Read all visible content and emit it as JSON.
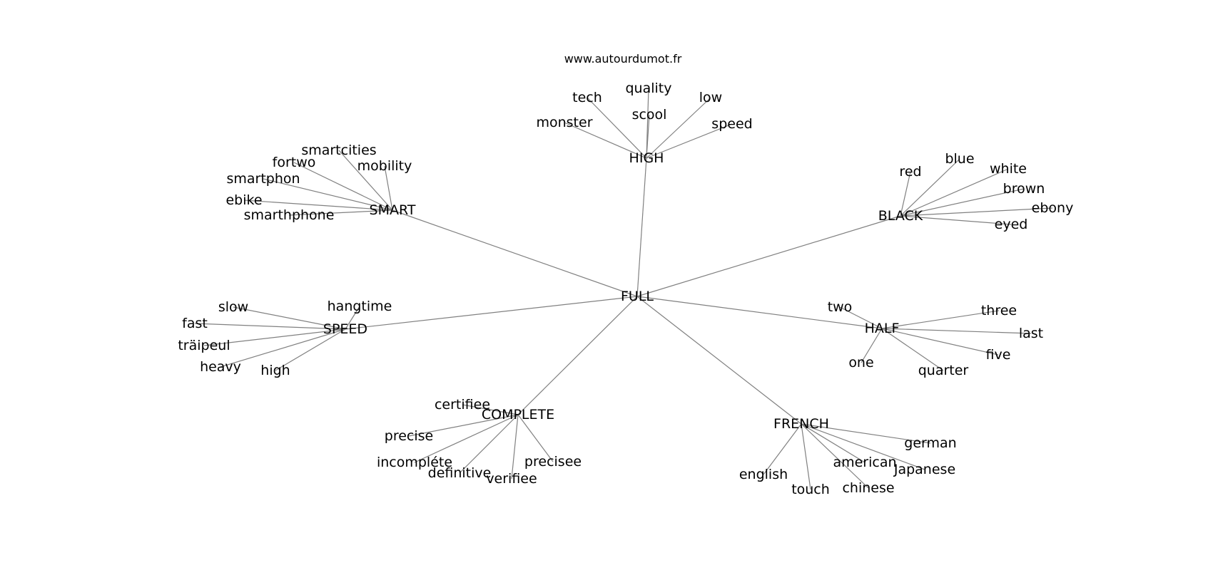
{
  "watermark": "www.autourdumot.fr",
  "colors": {
    "edge": "#808080",
    "text": "#000000",
    "background": "#ffffff"
  },
  "graph": {
    "root": "FULL",
    "clusters": [
      {
        "hub": "HIGH",
        "leaves": [
          "tech",
          "quality",
          "low",
          "monster",
          "scool",
          "speed"
        ]
      },
      {
        "hub": "SMART",
        "leaves": [
          "smartcities",
          "fortwo",
          "mobility",
          "smartphon",
          "ebike",
          "smarthphone"
        ]
      },
      {
        "hub": "BLACK",
        "leaves": [
          "red",
          "blue",
          "white",
          "brown",
          "ebony",
          "eyed"
        ]
      },
      {
        "hub": "SPEED",
        "leaves": [
          "slow",
          "hangtime",
          "fast",
          "träipeul",
          "heavy",
          "high"
        ]
      },
      {
        "hub": "HALF",
        "leaves": [
          "two",
          "three",
          "last",
          "one",
          "five",
          "quarter"
        ]
      },
      {
        "hub": "COMPLETE",
        "leaves": [
          "certifiee",
          "precise",
          "incompléte",
          "definitive",
          "verifiee",
          "precisee"
        ]
      },
      {
        "hub": "FRENCH",
        "leaves": [
          "german",
          "english",
          "touch",
          "american",
          "Japanese",
          "chinese"
        ]
      }
    ]
  }
}
